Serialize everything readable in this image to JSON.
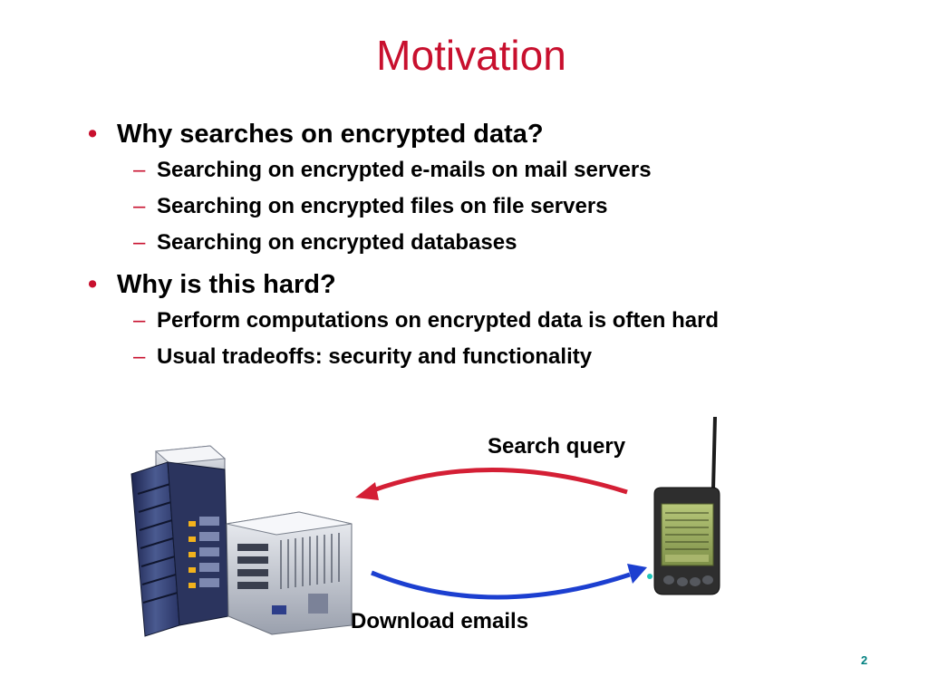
{
  "slide": {
    "title": "Motivation",
    "page_number": "2"
  },
  "bullets": [
    {
      "text": "Why searches on encrypted data?",
      "subitems": [
        "Searching on encrypted e-mails on mail servers",
        "Searching on encrypted files on file servers",
        "Searching on encrypted databases"
      ]
    },
    {
      "text": "Why is this hard?",
      "subitems": [
        "Perform computations on encrypted data is often hard",
        "Usual tradeoffs: security and functionality"
      ]
    }
  ],
  "diagram": {
    "search_query_label": "Search query",
    "download_label": "Download emails",
    "server_image": "server-cluster-image",
    "device_image": "pda-device-image",
    "query_arrow_color": "#d41f35",
    "download_arrow_color": "#1c3fd0"
  },
  "colors": {
    "title": "#c8102e",
    "bullet_marker": "#c8102e",
    "page_number": "#008080"
  }
}
